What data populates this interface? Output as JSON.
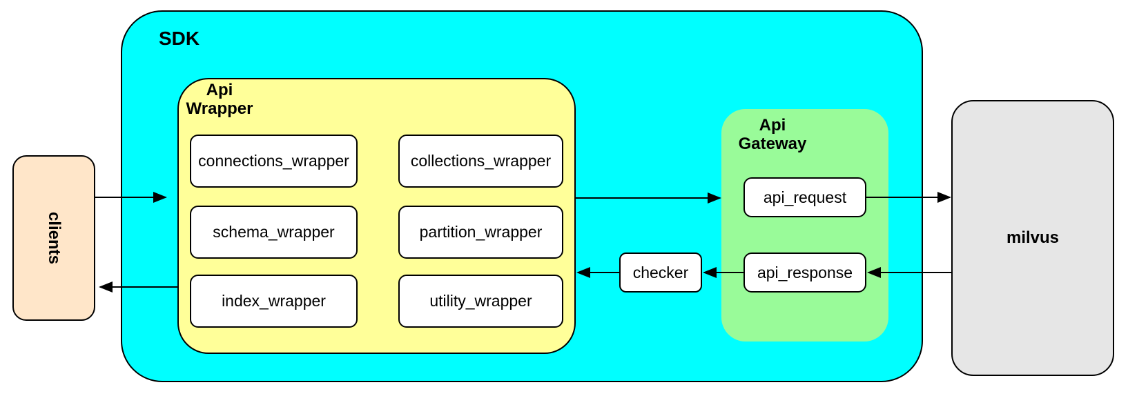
{
  "diagram": {
    "clients": {
      "label": "clients"
    },
    "sdk": {
      "label": "SDK",
      "api_wrapper": {
        "label": "Api Wrapper",
        "nodes": [
          {
            "label": "connections_wrapper"
          },
          {
            "label": "collections_wrapper"
          },
          {
            "label": "schema_wrapper"
          },
          {
            "label": "partition_wrapper"
          },
          {
            "label": "index_wrapper"
          },
          {
            "label": "utility_wrapper"
          }
        ]
      },
      "checker": {
        "label": "checker"
      },
      "api_gateway": {
        "label": "Api Gateway",
        "nodes": [
          {
            "label": "api_request"
          },
          {
            "label": "api_response"
          }
        ]
      }
    },
    "milvus": {
      "label": "milvus"
    },
    "edges": [
      {
        "from": "clients",
        "to": "sdk"
      },
      {
        "from": "api_wrapper",
        "to": "api_request"
      },
      {
        "from": "api_request",
        "to": "milvus"
      },
      {
        "from": "milvus",
        "to": "api_response"
      },
      {
        "from": "api_response",
        "to": "checker"
      },
      {
        "from": "checker",
        "to": "api_wrapper"
      },
      {
        "from": "api_wrapper",
        "to": "clients"
      }
    ],
    "colors": {
      "sdk_fill": "#00FFFF",
      "wrapper_fill": "#FFFF99",
      "gateway_fill": "#99FB99",
      "clients_fill": "#FFE6C9",
      "milvus_fill": "#E6E6E6",
      "node_fill": "#FFFFFF",
      "stroke": "#000000"
    }
  }
}
